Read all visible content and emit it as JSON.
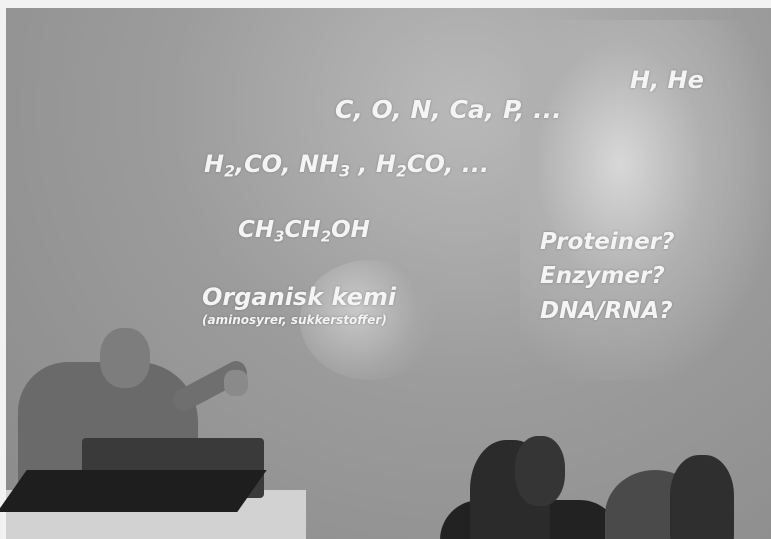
{
  "slide": {
    "elements_light": "H, He",
    "elements_heavy": "C, O, N, Ca, P, ...",
    "molecules_prefix": "H",
    "molecules_sub1": "2",
    "molecules_mid": ",CO, NH",
    "molecules_sub2": "3",
    "molecules_mid2": " , H",
    "molecules_sub3": "2",
    "molecules_suffix": "CO, ...",
    "ethanol_a": "CH",
    "ethanol_sub1": "3",
    "ethanol_b": "CH",
    "ethanol_sub2": "2",
    "ethanol_c": "OH",
    "organic_title": "Organisk kemi",
    "organic_sub": "(aminosyrer, sukkerstoffer)",
    "question1": "Proteiner?",
    "question2": "Enzymer?",
    "question3": "DNA/RNA?"
  }
}
